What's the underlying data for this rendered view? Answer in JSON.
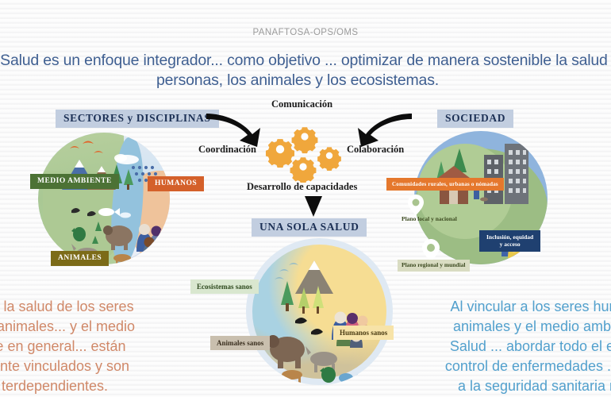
{
  "header": {
    "org": "PANAFTOSA-OPS/OMS",
    "headline_line1": "a Salud es un enfoque integrador... como objetivo ... optimizar de manera sostenible la salud",
    "headline_line2": "personas, los animales y los ecosistemas."
  },
  "sections": {
    "sectores_title": "SECTORES y DISCIPLINAS",
    "sociedad_title": "SOCIEDAD",
    "una_sola_salud_title": "UNA SOLA SALUD"
  },
  "sectores_labels": {
    "medio_ambiente": "MEDIO AMBIENTE",
    "humanos": "HUMANOS",
    "animales": "ANIMALES"
  },
  "sociedad_labels": {
    "comunidades": "Comunidades rurales, urbanas o nómadas",
    "plano_local": "Plano local y nacional",
    "plano_regional": "Plano regional y mundial",
    "inclusion": "Inclusión, equidad\ny acceso"
  },
  "una_sola_salud_labels": {
    "ecosistemas": "Ecosistemas sanos",
    "animales": "Animales sanos",
    "humanos": "Humanos sanos"
  },
  "process": {
    "comunicacion": "Comunicación",
    "coordinacion": "Coordinación",
    "colaboracion": "Colaboración",
    "desarrollo": "Desarrollo de capacidades"
  },
  "quotes": {
    "left": "que la salud de los seres\nlos animales... y el medio\nnte en general... están\nmente vinculados y son\nterdependientes.",
    "right": "Al vincular a los seres human\nanimales y el medio ambient\nSalud ... abordar todo el espe\ncontrol de enfermedades ... y e\na la seguridad sanitaria mu"
  },
  "colors": {
    "headline_blue": "#3f5f91",
    "chip_bg": "#c2cee0",
    "chip_text": "#1c3055",
    "gear_orange": "#f0a73c",
    "medio_ambiente_green": "#4c7235",
    "humanos_orange": "#d4602a",
    "animales_olive": "#7c6b18",
    "comunidades_orange": "#e5782d",
    "inclusion_navy": "#1f4070",
    "quote_left_salmon": "#d08868",
    "quote_right_blue": "#52a0cd"
  }
}
